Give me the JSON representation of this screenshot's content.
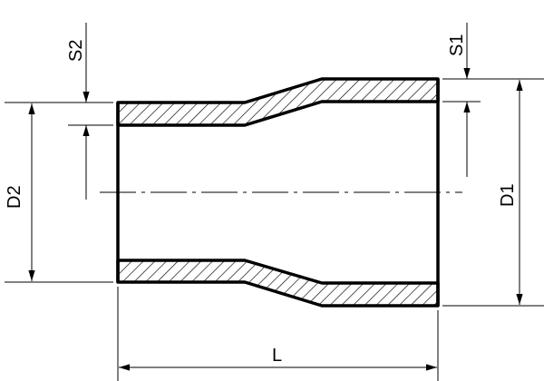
{
  "labels": {
    "d1": "D1",
    "d2": "D2",
    "s1": "S1",
    "s2": "S2",
    "l": "L"
  },
  "colors": {
    "line": "#000000",
    "background": "#ffffff"
  }
}
